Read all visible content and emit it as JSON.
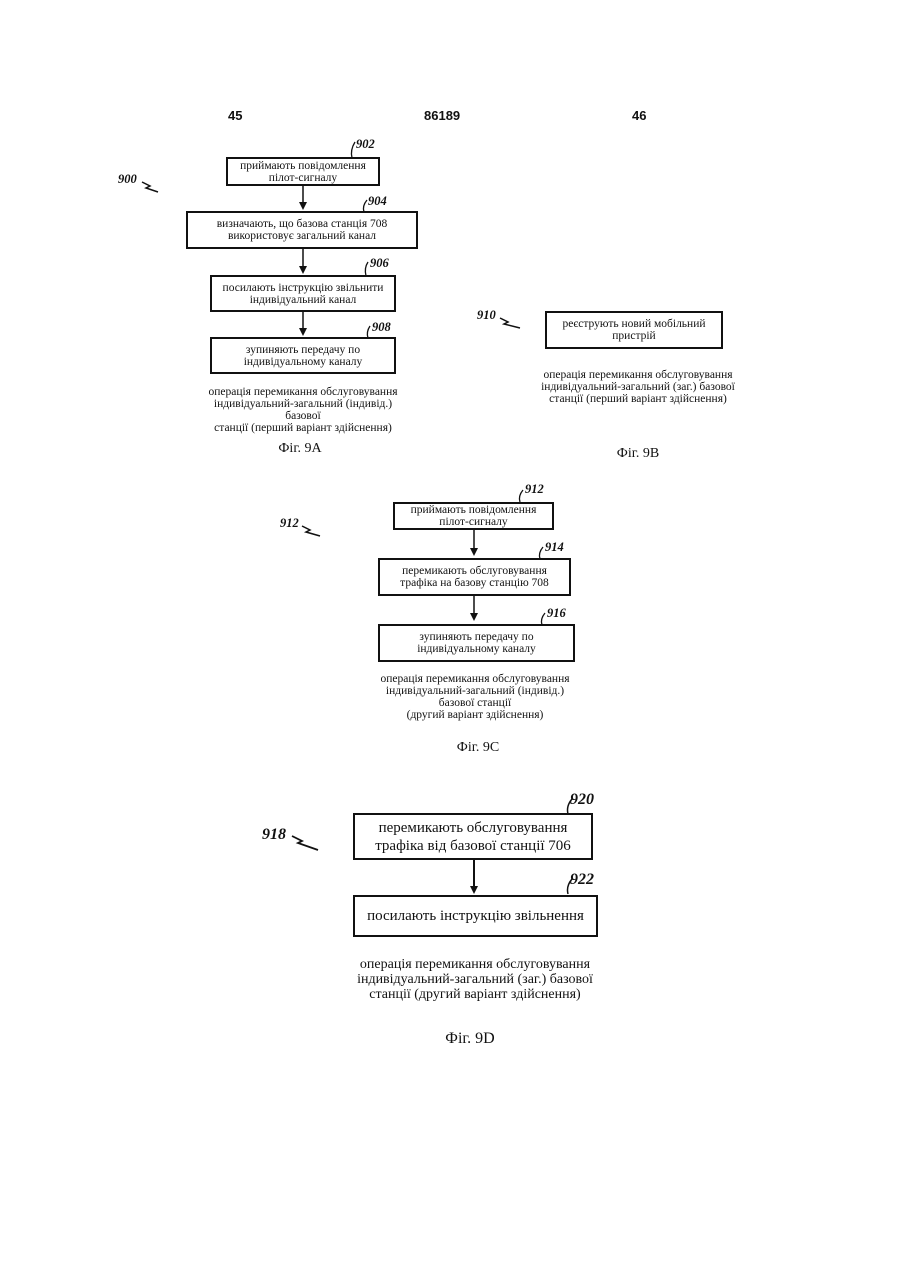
{
  "header": {
    "page_left": "45",
    "doc_number": "86189",
    "page_right": "46"
  },
  "fig9a": {
    "group_ref": "900",
    "steps": [
      {
        "ref": "902",
        "text": "приймають повідомлення\nпілот-сигналу"
      },
      {
        "ref": "904",
        "text": "визначають, що базова станція 708\nвикористовує загальний канал"
      },
      {
        "ref": "906",
        "text": "посилають інструкцію звільнити\nіндивідуальний канал"
      },
      {
        "ref": "908",
        "text": "зупиняють передачу по\nіндивідуальному каналу"
      }
    ],
    "caption": "операція перемикання обслуговування\nіндивідуальний-загальний (індивід.)\nбазової\nстанції (перший варіант здійснення)",
    "label": "Фіг. 9А"
  },
  "fig9b": {
    "group_ref": "910",
    "steps": [
      {
        "text": "реєструють новий мобільний\nпристрій"
      }
    ],
    "caption": "операція перемикання обслуговування\nіндивідуальний-загальний (заг.) базової\nстанції (перший варіант здійснення)",
    "label": "Фіг. 9В"
  },
  "fig9c": {
    "group_ref": "912",
    "steps": [
      {
        "ref": "912",
        "text": "приймають повідомлення\nпілот-сигналу"
      },
      {
        "ref": "914",
        "text": "перемикають обслуговування\nтрафіка на базову станцію 708"
      },
      {
        "ref": "916",
        "text": "зупиняють передачу по\nіндивідуальному каналу"
      }
    ],
    "caption": "операція перемикання обслуговування\nіндивідуальний-загальний (індивід.)\nбазової станції\n(другий варіант здійснення)",
    "label": "Фіг. 9С"
  },
  "fig9d": {
    "group_ref": "918",
    "steps": [
      {
        "ref": "920",
        "text": "перемикають обслуговування\nтрафіка від базової станції 706"
      },
      {
        "ref": "922",
        "text": "посилають інструкцію звільнення"
      }
    ],
    "caption": "операція перемикання обслуговування\nіндивідуальний-загальний (заг.) базової\nстанції (другий варіант здійснення)",
    "label": "Фіг. 9D"
  }
}
